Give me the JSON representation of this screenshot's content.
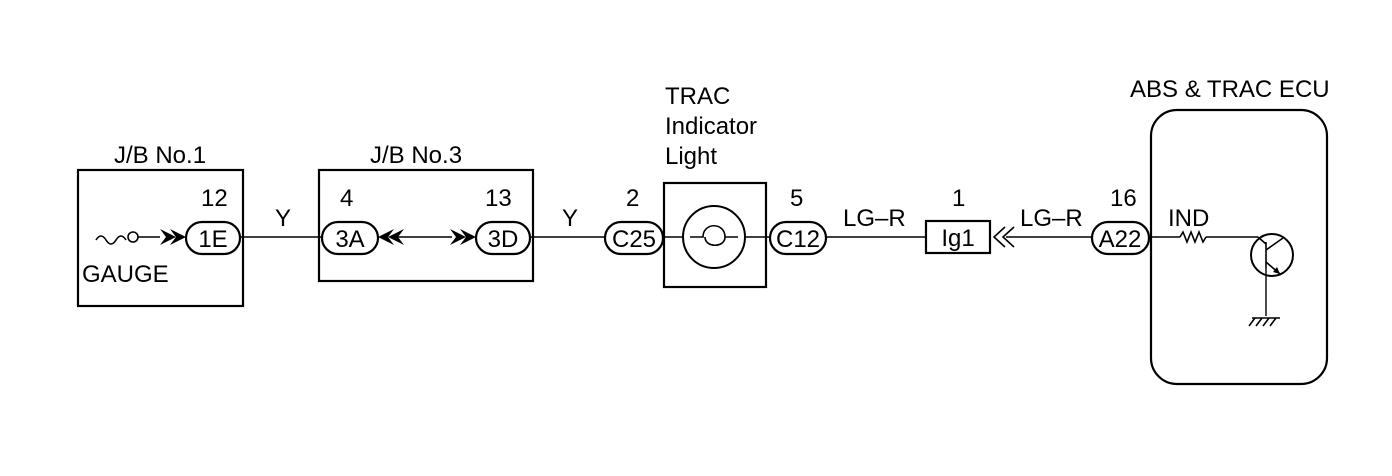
{
  "colors": {
    "line": "#000000",
    "background": "#ffffff"
  },
  "jb1": {
    "title": "J/B No.1",
    "pin": "12",
    "connector": "1E",
    "label": "GAUGE"
  },
  "wire1": {
    "color_code": "Y"
  },
  "jb3": {
    "title": "J/B No.3",
    "pin_left": "4",
    "connector_left": "3A",
    "pin_right": "13",
    "connector_right": "3D"
  },
  "wire2": {
    "color_code": "Y"
  },
  "trac_light": {
    "title_lines": [
      "TRAC",
      "Indicator",
      "Light"
    ],
    "pin_left": "2",
    "connector_left": "C25",
    "pin_right": "5",
    "connector_right": "C12",
    "icon": "lamp-bulb-icon"
  },
  "wire3": {
    "color_code": "LG–R"
  },
  "ig1": {
    "pin": "1",
    "connector": "Ig1"
  },
  "wire4": {
    "color_code": "LG–R"
  },
  "ecu": {
    "title": "ABS & TRAC ECU",
    "pin": "16",
    "connector": "A22",
    "signal": "IND",
    "icons": [
      "resistor-icon",
      "transistor-icon",
      "ground-icon"
    ]
  }
}
